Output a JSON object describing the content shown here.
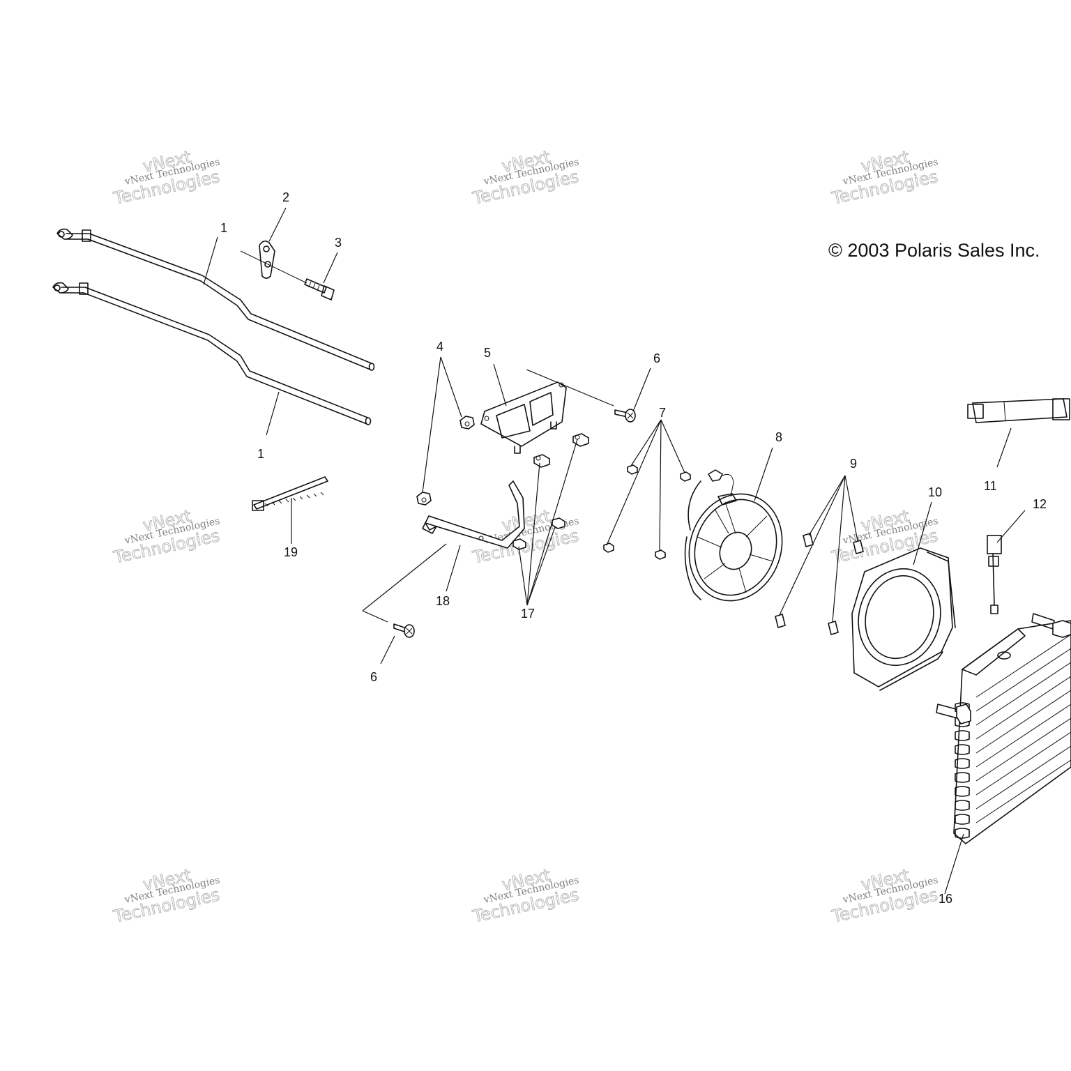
{
  "copyright": "© 2003 Polaris Sales Inc.",
  "watermark": {
    "small": "vNext Technologies",
    "big_line1": "vNext",
    "big_line2": "Technologies"
  },
  "callouts": {
    "c1a": "1",
    "c1b": "1",
    "c2": "2",
    "c3": "3",
    "c4": "4",
    "c5": "5",
    "c6a": "6",
    "c6b": "6",
    "c7": "7",
    "c8": "8",
    "c9": "9",
    "c10": "10",
    "c11": "11",
    "c12": "12",
    "c16": "16",
    "c17": "17",
    "c18": "18",
    "c19": "19"
  }
}
